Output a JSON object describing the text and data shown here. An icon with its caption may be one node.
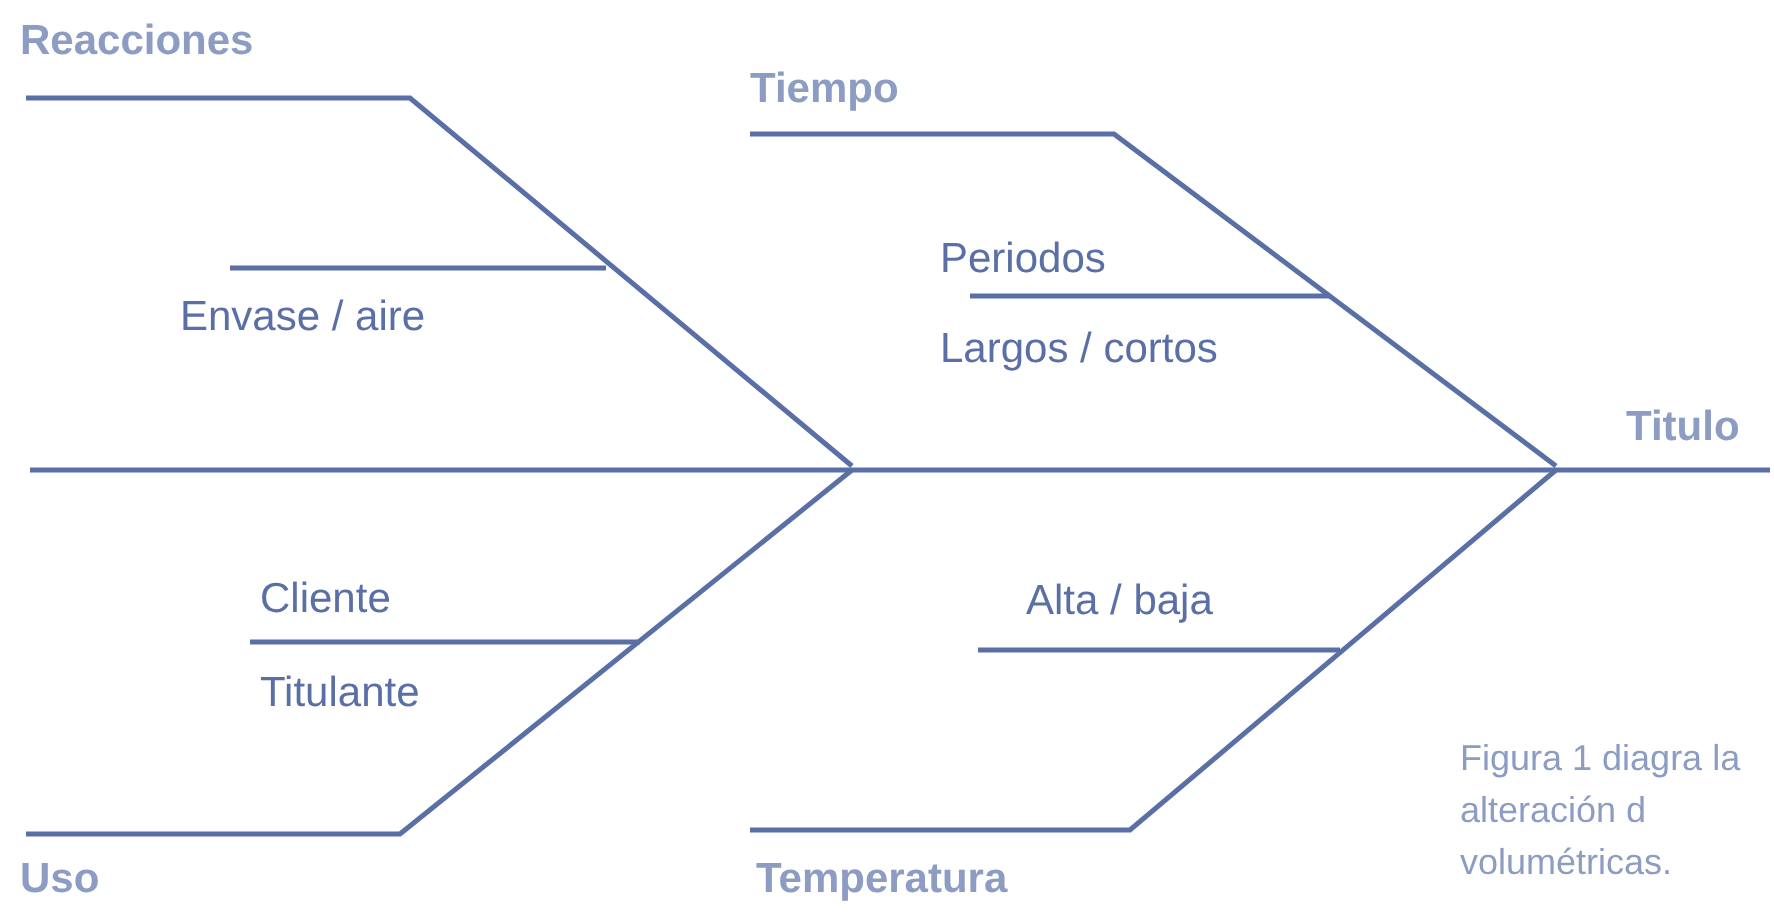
{
  "diagram": {
    "caption": "Figura 1 diagra la alteración d volumétricas.",
    "labels": [
      "Reacciones",
      "Tiempo",
      "Periodos",
      "Envase / aire",
      "Largos / cortos",
      "Titulo",
      "Cliente",
      "Alta / baja",
      "Titulante",
      "Uso",
      "Temperatura"
    ]
  }
}
